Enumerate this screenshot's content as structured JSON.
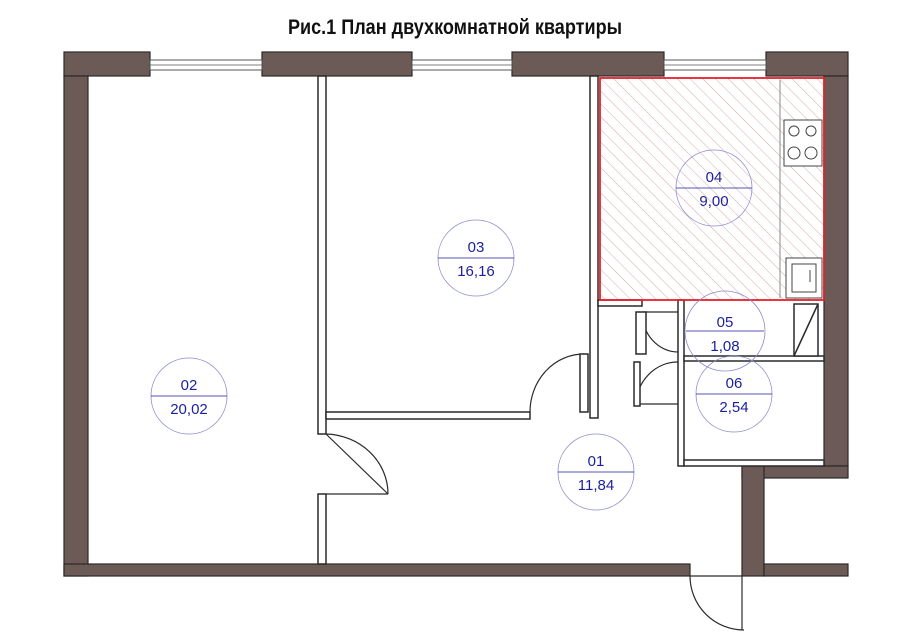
{
  "title": "Рис.1 План двухкомнатной квартиры",
  "rooms": [
    {
      "number": "01",
      "area": "11,84"
    },
    {
      "number": "02",
      "area": "20,02"
    },
    {
      "number": "03",
      "area": "16,16"
    },
    {
      "number": "04",
      "area": "9,00"
    },
    {
      "number": "05",
      "area": "1,08"
    },
    {
      "number": "06",
      "area": "2,54"
    }
  ],
  "colors": {
    "wall": "#6b5a55",
    "label": "#1b1f9e",
    "highlight": "#e8202a",
    "hatch": "#d8a8a8"
  }
}
